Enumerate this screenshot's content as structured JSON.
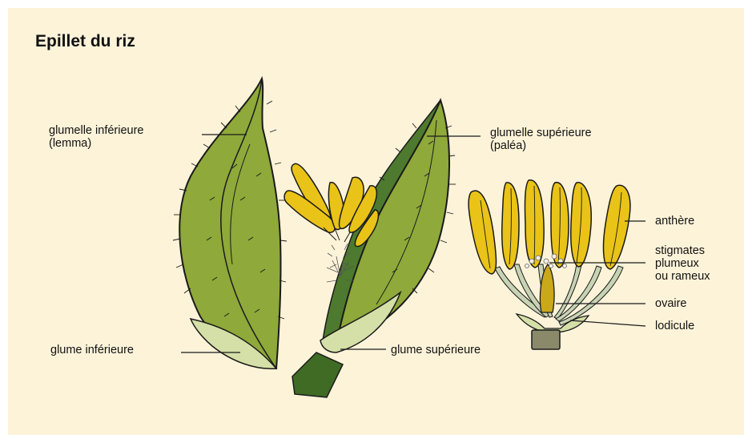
{
  "title": "Epillet du riz",
  "labels": {
    "lemma_line1": "glumelle inférieure",
    "lemma_line2": "(lemma)",
    "palea_line1": "glumelle supérieure",
    "palea_line2": "(paléa)",
    "glume_inf": "glume inférieure",
    "glume_sup": "glume supérieure",
    "anthere": "anthère",
    "stigmates_line1": "stigmates",
    "stigmates_line2": "plumeux",
    "stigmates_line3": "ou rameux",
    "ovaire": "ovaire",
    "lodicule": "lodicule"
  },
  "colors": {
    "background": "#fdf3d9",
    "glume_green": "#8fa93a",
    "dark_green": "#4d7a2e",
    "pale_green": "#d5e0a8",
    "anther_yellow": "#e9c317",
    "stigma_white": "#e8e8e0",
    "stalk_grey": "#b6c2a3",
    "outline": "#1a1a1a"
  }
}
